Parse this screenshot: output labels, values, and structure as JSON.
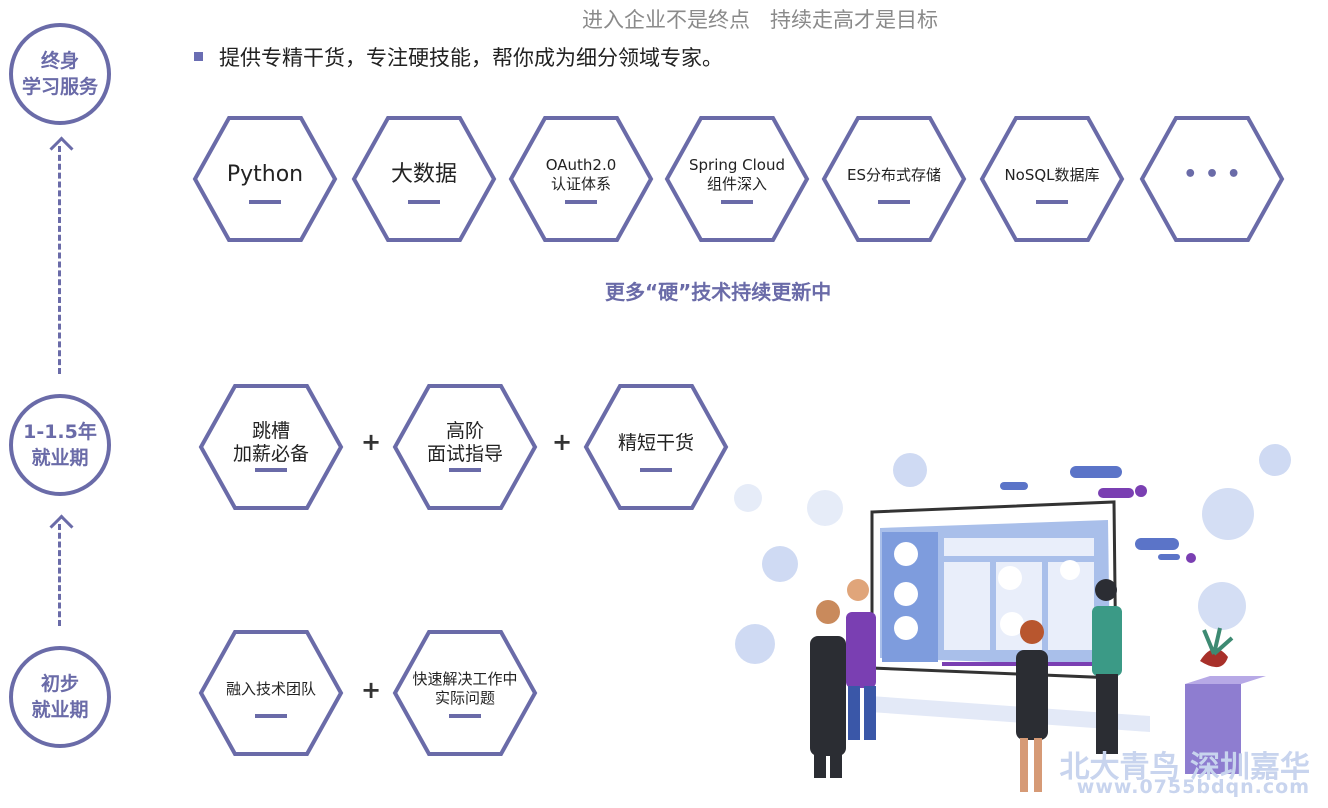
{
  "header": {
    "slogan_left": "进入企业不是终点",
    "slogan_right": "持续走高才是目标",
    "bullet_text": "提供专精干货，专注硬技能，帮你成为细分领域专家。"
  },
  "stages": [
    {
      "label_line1": "终身",
      "label_line2": "学习服务"
    },
    {
      "label_line1": "1-1.5年",
      "label_line2": "就业期"
    },
    {
      "label_line1": "初步",
      "label_line2": "就业期"
    }
  ],
  "lifelong_items": [
    {
      "line1": "Python",
      "line2": ""
    },
    {
      "line1": "大数据",
      "line2": ""
    },
    {
      "line1": "OAuth2.0",
      "line2": "认证体系"
    },
    {
      "line1": "Spring Cloud",
      "line2": "组件深入"
    },
    {
      "line1": "ES分布式存储",
      "line2": ""
    },
    {
      "line1": "NoSQL数据库",
      "line2": ""
    },
    {
      "line1": "• • •",
      "line2": ""
    }
  ],
  "more_tech_text": "更多“硬”技术持续更新中",
  "mid_items": [
    {
      "line1": "跳槽",
      "line2": "加薪必备"
    },
    {
      "line1": "高阶",
      "line2": "面试指导"
    },
    {
      "line1": "精短干货",
      "line2": ""
    }
  ],
  "entry_items": [
    {
      "line1": "融入技术团队",
      "line2": ""
    },
    {
      "line1": "快速解决工作中",
      "line2": "实际问题"
    }
  ],
  "plus_symbol": "+",
  "watermark": {
    "brand": "北大青鸟 深圳嘉华",
    "url": "www.0755bdqn.com"
  },
  "colors": {
    "accent": "#6a6ba8",
    "bar": "#6a6ba8",
    "illustration_blue": "#9db4e6"
  }
}
